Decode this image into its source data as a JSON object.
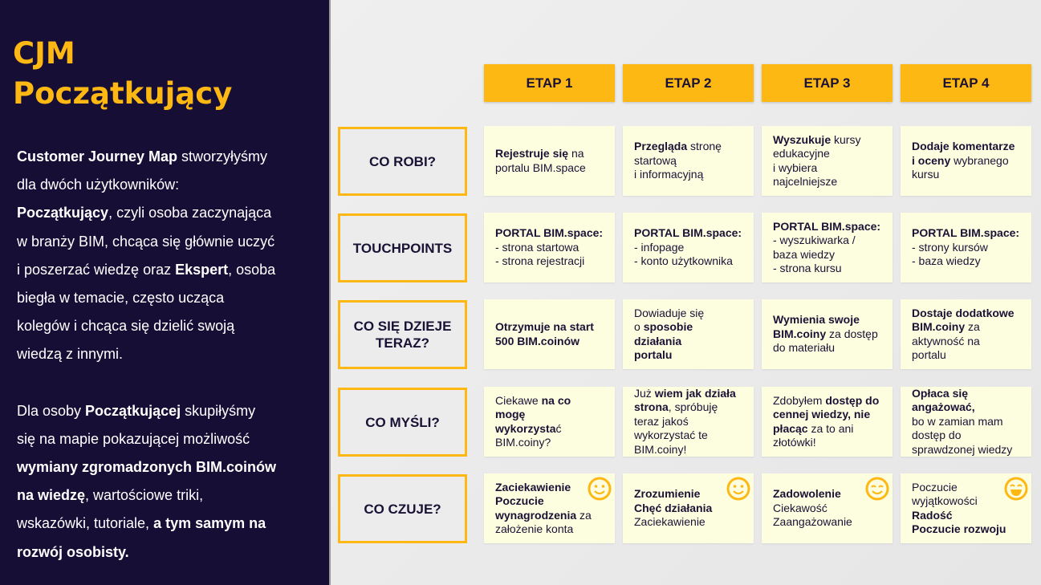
{
  "title": [
    "CJM",
    "Początkujący"
  ],
  "intro": [
    [
      {
        "t": "Customer Journey Map",
        "b": true
      },
      {
        "t": " stworzyłyśmy"
      }
    ],
    [
      {
        "t": "dla dwóch użytkowników:"
      }
    ],
    [
      {
        "t": "Początkujący",
        "b": true
      },
      {
        "t": ", czyli osoba zaczynająca"
      }
    ],
    [
      {
        "t": "w branży BIM, chcąca się głównie uczyć"
      }
    ],
    [
      {
        "t": "i poszerzać wiedzę oraz "
      },
      {
        "t": "Ekspert",
        "b": true
      },
      {
        "t": ", osoba"
      }
    ],
    [
      {
        "t": "biegła w temacie, często ucząca"
      }
    ],
    [
      {
        "t": "kolegów i chcąca się dzielić swoją"
      }
    ],
    [
      {
        "t": "wiedzą z innymi."
      }
    ],
    [],
    [
      {
        "t": "Dla osoby "
      },
      {
        "t": "Początkującej",
        "b": true
      },
      {
        "t": " skupiłyśmy"
      }
    ],
    [
      {
        "t": "się na mapie pokazującej możliwość"
      }
    ],
    [
      {
        "t": "wymiany zgromadzonych BIM.coinów",
        "b": true
      }
    ],
    [
      {
        "t": "na wiedzę",
        "b": true
      },
      {
        "t": ", wartościowe triki,"
      }
    ],
    [
      {
        "t": "wskazówki, tutoriale, "
      },
      {
        "t": "a tym samym na",
        "b": true
      }
    ],
    [
      {
        "t": "rozwój osobisty.",
        "b": true
      }
    ]
  ],
  "stages": [
    "ETAP 1",
    "ETAP 2",
    "ETAP 3",
    "ETAP 4"
  ],
  "rows": [
    {
      "label": "CO ROBI?",
      "cells": [
        [
          [
            {
              "t": "Rejestruje się",
              "b": true
            },
            {
              "t": " na"
            }
          ],
          [
            {
              "t": "portalu BIM.space"
            }
          ]
        ],
        [
          [
            {
              "t": "Przegląda",
              "b": true
            },
            {
              "t": " stronę"
            }
          ],
          [
            {
              "t": "startową"
            }
          ],
          [
            {
              "t": "i informacyjną"
            }
          ]
        ],
        [
          [
            {
              "t": "Wyszukuje",
              "b": true
            },
            {
              "t": " kursy"
            }
          ],
          [
            {
              "t": "edukacyjne"
            }
          ],
          [
            {
              "t": "i wybiera"
            }
          ],
          [
            {
              "t": "najcelniejsze"
            }
          ]
        ],
        [
          [
            {
              "t": "Dodaje komentarze",
              "b": true
            }
          ],
          [
            {
              "t": "i oceny",
              "b": true
            },
            {
              "t": " wybranego"
            }
          ],
          [
            {
              "t": "kursu"
            }
          ]
        ]
      ]
    },
    {
      "label": "TOUCHPOINTS",
      "cells": [
        [
          [
            {
              "t": "PORTAL BIM.space:",
              "b": true
            }
          ],
          [
            {
              "t": "- strona startowa"
            }
          ],
          [
            {
              "t": "- strona rejestracji"
            }
          ]
        ],
        [
          [
            {
              "t": "PORTAL BIM.space:",
              "b": true
            }
          ],
          [
            {
              "t": "- infopage"
            }
          ],
          [
            {
              "t": "- konto użytkownika"
            }
          ]
        ],
        [
          [
            {
              "t": "PORTAL BIM.space:",
              "b": true
            }
          ],
          [
            {
              "t": "- wyszukiwarka /"
            }
          ],
          [
            {
              "t": "baza wiedzy"
            }
          ],
          [
            {
              "t": "- strona kursu"
            }
          ]
        ],
        [
          [
            {
              "t": "PORTAL BIM.space:",
              "b": true
            }
          ],
          [
            {
              "t": "- strony kursów"
            }
          ],
          [
            {
              "t": "- baza wiedzy"
            }
          ]
        ]
      ]
    },
    {
      "label": "CO SIĘ DZIEJE TERAZ?",
      "cells": [
        [
          [
            {
              "t": "Otrzymuje na start",
              "b": true
            }
          ],
          [
            {
              "t": "500 BIM.coinów",
              "b": true
            }
          ]
        ],
        [
          [
            {
              "t": "Dowiaduje się"
            }
          ],
          [
            {
              "t": "o "
            },
            {
              "t": "sposobie działania",
              "b": true
            }
          ],
          [
            {
              "t": "portalu",
              "b": true
            }
          ]
        ],
        [
          [
            {
              "t": "Wymienia swoje",
              "b": true
            }
          ],
          [
            {
              "t": "BIM.coiny",
              "b": true
            },
            {
              "t": " za dostęp"
            }
          ],
          [
            {
              "t": "do materiału"
            }
          ]
        ],
        [
          [
            {
              "t": "Dostaje dodatkowe",
              "b": true
            }
          ],
          [
            {
              "t": "BIM.coiny",
              "b": true
            },
            {
              "t": " za"
            }
          ],
          [
            {
              "t": "aktywność na"
            }
          ],
          [
            {
              "t": "portalu"
            }
          ]
        ]
      ]
    },
    {
      "label": "CO MYŚLI?",
      "cells": [
        [
          [
            {
              "t": "Ciekawe "
            },
            {
              "t": "na co mogę",
              "b": true
            }
          ],
          [
            {
              "t": "wykorzysta",
              "b": true
            },
            {
              "t": "ć"
            }
          ],
          [
            {
              "t": "BIM.coiny?"
            }
          ]
        ],
        [
          [
            {
              "t": "Już "
            },
            {
              "t": "wiem jak działa",
              "b": true
            }
          ],
          [
            {
              "t": "strona",
              "b": true
            },
            {
              "t": ", spróbuję"
            }
          ],
          [
            {
              "t": "teraz jakoś"
            }
          ],
          [
            {
              "t": "wykorzystać te"
            }
          ],
          [
            {
              "t": "BIM.coiny!"
            }
          ]
        ],
        [
          [
            {
              "t": "Zdobyłem "
            },
            {
              "t": "dostęp do",
              "b": true
            }
          ],
          [
            {
              "t": "cennej wiedzy, nie",
              "b": true
            }
          ],
          [
            {
              "t": "płacąc",
              "b": true
            },
            {
              "t": " za to ani"
            }
          ],
          [
            {
              "t": "złotówki!"
            }
          ]
        ],
        [
          [
            {
              "t": "Opłaca się",
              "b": true
            }
          ],
          [
            {
              "t": "angażować,",
              "b": true
            }
          ],
          [
            {
              "t": "bo w zamian mam"
            }
          ],
          [
            {
              "t": "dostęp do"
            }
          ],
          [
            {
              "t": "sprawdzonej wiedzy"
            }
          ]
        ]
      ]
    },
    {
      "label": "CO CZUJE?",
      "cells": [
        [
          [
            {
              "t": "Zaciekawienie",
              "b": true
            }
          ],
          [
            {
              "t": "Poczucie",
              "b": true
            }
          ],
          [
            {
              "t": "wynagrodzenia",
              "b": true
            },
            {
              "t": " za"
            }
          ],
          [
            {
              "t": "założenie konta"
            }
          ]
        ],
        [
          [
            {
              "t": "Zrozumienie",
              "b": true
            }
          ],
          [
            {
              "t": "Chęć działania",
              "b": true
            }
          ],
          [
            {
              "t": "Zaciekawienie"
            }
          ]
        ],
        [
          [
            {
              "t": "Zadowolenie",
              "b": true
            }
          ],
          [
            {
              "t": "Ciekawość"
            }
          ],
          [
            {
              "t": "Zaangażowanie"
            }
          ]
        ],
        [
          [
            {
              "t": "Poczucie"
            }
          ],
          [
            {
              "t": "wyjątkowości"
            }
          ],
          [
            {
              "t": "Radość",
              "b": true
            }
          ],
          [
            {
              "t": "Poczucie rozwoju",
              "b": true
            }
          ]
        ]
      ]
    }
  ],
  "emotions": [
    "smile-icon",
    "smile-icon",
    "happy-eyes-smile-icon",
    "laughing-face-icon"
  ],
  "colors": {
    "accent": "#fdb813",
    "navy": "#170e36",
    "cell": "#fdfde0"
  }
}
